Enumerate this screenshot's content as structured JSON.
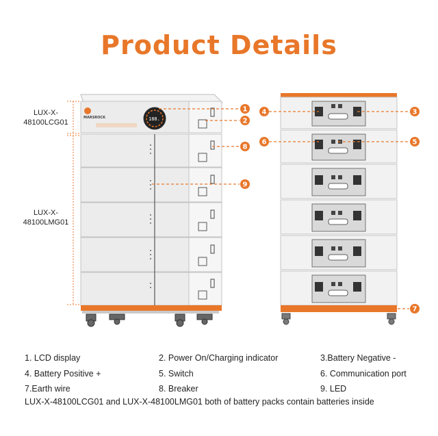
{
  "title": "Product Details",
  "brand": {
    "accent": "#e8772a",
    "logo_text": "MARSROCK"
  },
  "models": {
    "top": "LUX-X-\n48100LCG01",
    "bottom": "LUX-X-\n48100LMG01"
  },
  "lcd_reading": "188.",
  "callouts": [
    "1",
    "2",
    "3",
    "4",
    "5",
    "6",
    "7",
    "8",
    "9"
  ],
  "legend": [
    "1. LCD display",
    "2. Power On/Charging indicator",
    "3.Battery  Negative  -",
    "4. Battery Positive +",
    "5. Switch",
    "6. Communication port",
    "7.Earth wire",
    "8. Breaker",
    "9. LED"
  ],
  "footnote": "LUX-X-48100LCG01 and LUX-X-48100LMG01 both of battery packs contain batteries inside"
}
